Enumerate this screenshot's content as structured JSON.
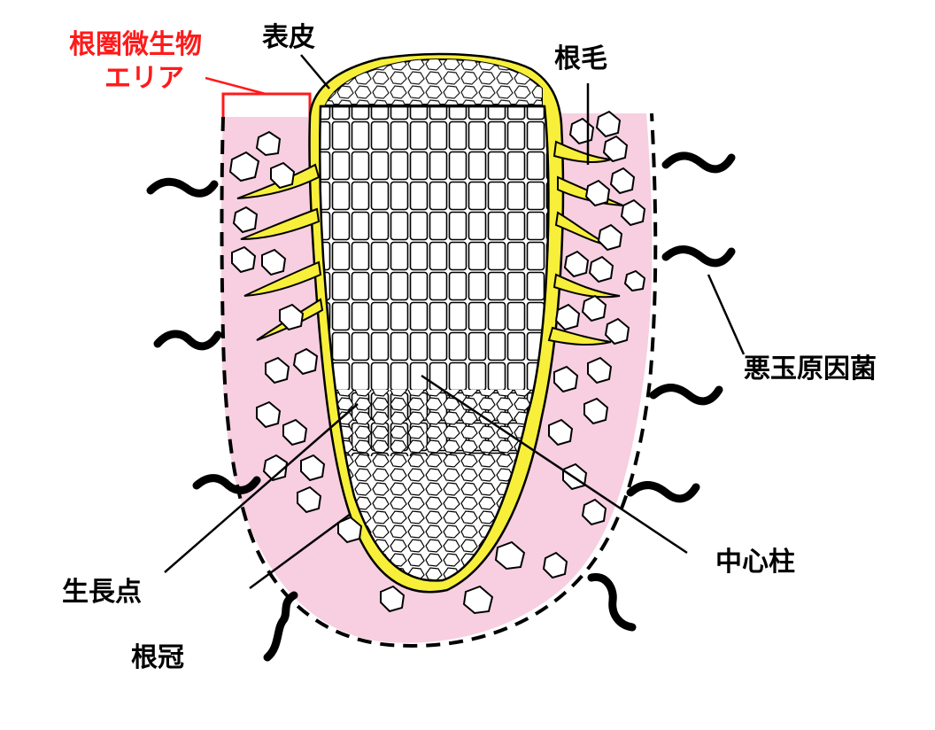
{
  "labels": {
    "rhizosphere_line1": "根圏微生物",
    "rhizosphere_line2": "エリア",
    "epidermis": "表皮",
    "root_hair": "根毛",
    "pathogen": "悪玉原因菌",
    "stele": "中心柱",
    "growing_point": "生長点",
    "root_cap": "根冠"
  },
  "colors": {
    "rhizosphere_fill": "#f7cfe0",
    "epidermis_yellow": "#f7ef3a",
    "label_red": "#ff1a1a",
    "ink": "#000000"
  }
}
